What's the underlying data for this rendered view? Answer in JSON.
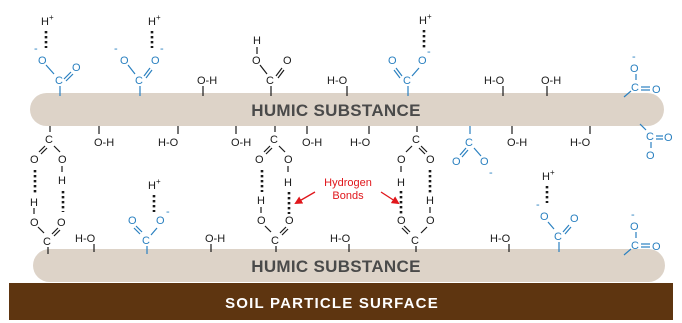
{
  "labels": {
    "humic_top": "HUMIC SUBSTANCE",
    "humic_bottom": "HUMIC SUBSTANCE",
    "soil": "SOIL PARTICLE SURFACE",
    "hydrogen_bonds_line1": "Hydrogen",
    "hydrogen_bonds_line2": "Bonds"
  },
  "chem": {
    "h_plus": "H",
    "plus": "+",
    "minus": "-",
    "o": "O",
    "c": "C",
    "h": "H",
    "oh": "O-H",
    "ho": "H-O"
  },
  "colors": {
    "humic": "#ddd3c8",
    "soil": "#5e3510",
    "carboxylate": "#2a80c0",
    "hydrogen_bond_label": "#e0161b",
    "text": "#1a1a1a"
  }
}
